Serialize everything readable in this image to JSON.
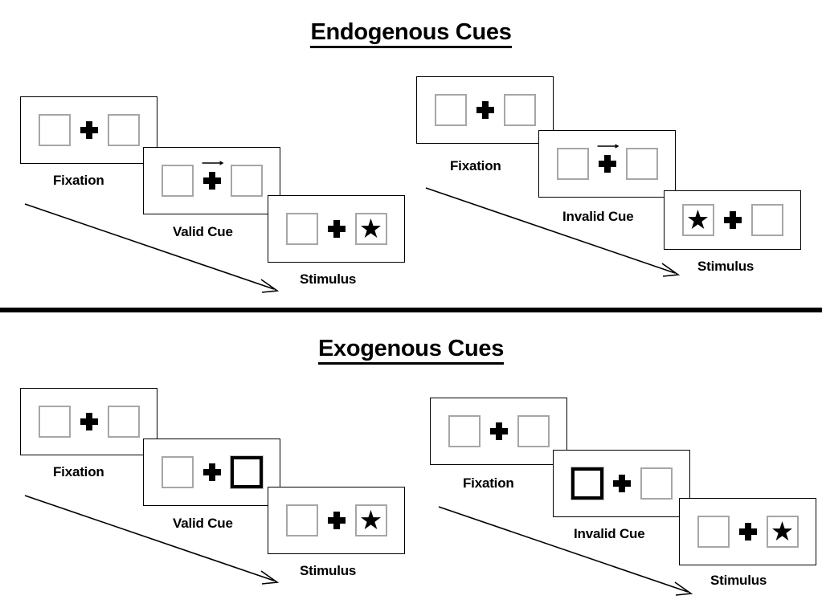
{
  "sections": [
    {
      "id": "endogenous",
      "title": "Endogenous Cues",
      "cue_type": "arrow-cue",
      "columns": [
        {
          "id": "valid",
          "cue_label": "Valid Cue",
          "panels": [
            {
              "stage": "Fixation",
              "left_content": "empty",
              "right_content": "empty",
              "cue": "none"
            },
            {
              "stage": "Valid Cue",
              "left_content": "empty",
              "right_content": "empty",
              "cue": "arrow-right"
            },
            {
              "stage": "Stimulus",
              "left_content": "empty",
              "right_content": "star",
              "cue": "none"
            }
          ]
        },
        {
          "id": "invalid",
          "cue_label": "Invalid Cue",
          "panels": [
            {
              "stage": "Fixation",
              "left_content": "empty",
              "right_content": "empty",
              "cue": "none"
            },
            {
              "stage": "Invalid Cue",
              "left_content": "empty",
              "right_content": "empty",
              "cue": "arrow-right"
            },
            {
              "stage": "Stimulus",
              "left_content": "star",
              "right_content": "empty",
              "cue": "none"
            }
          ]
        }
      ]
    },
    {
      "id": "exogenous",
      "title": "Exogenous Cues",
      "cue_type": "box-flash",
      "columns": [
        {
          "id": "valid",
          "cue_label": "Valid Cue",
          "panels": [
            {
              "stage": "Fixation",
              "left_content": "empty",
              "right_content": "empty",
              "cue": "none"
            },
            {
              "stage": "Valid Cue",
              "left_content": "empty",
              "right_content": "cue-box",
              "cue": "none"
            },
            {
              "stage": "Stimulus",
              "left_content": "empty",
              "right_content": "star",
              "cue": "none"
            }
          ]
        },
        {
          "id": "invalid",
          "cue_label": "Invalid Cue",
          "panels": [
            {
              "stage": "Fixation",
              "left_content": "empty",
              "right_content": "empty",
              "cue": "none"
            },
            {
              "stage": "Invalid Cue",
              "left_content": "cue-box",
              "right_content": "empty",
              "cue": "none"
            },
            {
              "stage": "Stimulus",
              "left_content": "empty",
              "right_content": "star",
              "cue": "none"
            }
          ]
        }
      ]
    }
  ],
  "labels": {
    "fixation": "Fixation",
    "valid_cue": "Valid Cue",
    "invalid_cue": "Invalid Cue",
    "stimulus": "Stimulus"
  },
  "icons": {
    "plus": "fixation-cross",
    "star": "star-target",
    "arrow": "arrow-cue-right",
    "time_arrow": "time-flow-arrow"
  },
  "colors": {
    "ink": "#000000",
    "box_border": "#a6a6a6",
    "background": "#ffffff"
  }
}
